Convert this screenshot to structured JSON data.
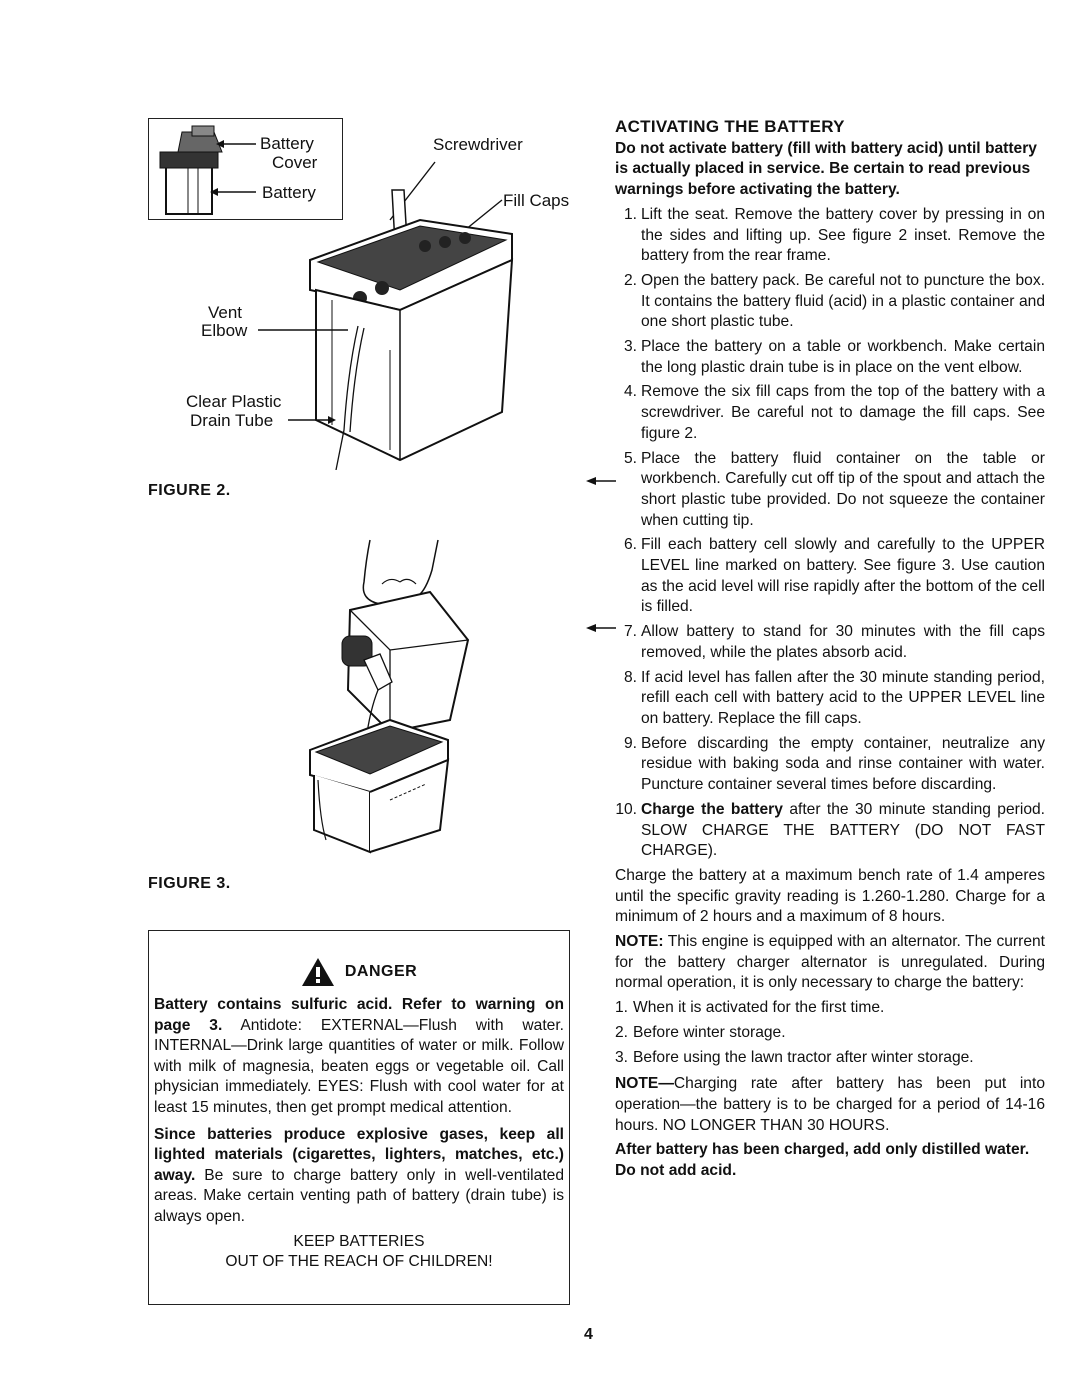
{
  "figure2": {
    "inset_battery_cover": "Battery",
    "inset_battery_cover2": "Cover",
    "inset_battery": "Battery",
    "screwdriver": "Screwdriver",
    "fill_caps": "Fill Caps",
    "vent": "Vent",
    "elbow": "Elbow",
    "clear_plastic": "Clear Plastic",
    "drain_tube": "Drain Tube",
    "caption": "FIGURE 2."
  },
  "figure3": {
    "caption": "FIGURE 3."
  },
  "danger": {
    "title": "DANGER",
    "p1_bold": "Battery contains sulfuric acid. Refer to warning on page 3.",
    "p1_rest": " Antidote: EXTERNAL—Flush with water. INTERNAL—Drink large quantities of water or milk. Follow with milk of magnesia, beaten eggs or vegetable oil. Call physician immediately. EYES: Flush with cool water for at least 15 minutes, then get prompt medical attention.",
    "p2_bold": "Since batteries produce explosive gases, keep all lighted materials (cigarettes, lighters, matches, etc.) away.",
    "p2_rest": " Be sure to charge battery only in well-ventilated areas. Make certain venting path of battery (drain tube) is always open.",
    "keep1": "KEEP BATTERIES",
    "keep2": "OUT OF THE REACH OF CHILDREN!"
  },
  "right": {
    "heading": "ACTIVATING THE BATTERY",
    "warning": "Do not activate battery (fill with battery acid) until battery is actually placed in service. Be certain to read previous warnings before activating the battery.",
    "steps": [
      {
        "num": "1.",
        "text": "Lift the seat. Remove the battery cover by pressing in on the sides and lifting up. See figure 2 inset. Remove the battery from the rear frame."
      },
      {
        "num": "2.",
        "text": "Open the battery pack. Be careful not to puncture the box. It contains the battery fluid (acid) in a plastic container and one short plastic tube."
      },
      {
        "num": "3.",
        "text": "Place the battery on a table or workbench. Make certain the long plastic drain tube is in place on the vent elbow."
      },
      {
        "num": "4.",
        "text": "Remove the six fill caps from the top of the battery with a screwdriver. Be careful not to damage the fill caps. See figure 2."
      },
      {
        "num": "5.",
        "text": "Place the battery fluid container on the table or workbench. Carefully cut off tip of the spout and attach the short plastic tube provided. Do not squeeze the container when cutting tip."
      },
      {
        "num": "6.",
        "text": "Fill each battery cell slowly and carefully to the UPPER LEVEL line marked on battery. See figure 3. Use caution as the acid level will rise rapidly after the bottom of the cell is filled."
      },
      {
        "num": "7.",
        "text": "Allow battery to stand for 30 minutes with the fill caps removed, while the plates absorb acid."
      },
      {
        "num": "8.",
        "text": "If acid level has fallen after the 30 minute standing period, refill each cell with battery acid to the UPPER LEVEL line on battery. Replace the fill caps."
      },
      {
        "num": "9.",
        "text": "Before discarding the empty container, neutralize any residue with baking soda and rinse container with water. Puncture container several times before discarding."
      }
    ],
    "step10_num": "10.",
    "step10_bold": "Charge the battery",
    "step10_rest": " after the 30 minute standing period. SLOW CHARGE THE BATTERY (DO NOT FAST CHARGE).",
    "charge_para": "Charge the battery at a maximum bench rate of 1.4 amperes until the specific gravity reading is 1.260-1.280. Charge for a minimum of 2 hours and a maximum of 8 hours.",
    "note_label": "NOTE:",
    "note_text": " This engine is equipped with an alternator. The current for the battery charger alternator is unregulated. During normal operation, it is only necessary to charge the battery:",
    "when": [
      {
        "num": "1.",
        "text": "When it is activated for the first time."
      },
      {
        "num": "2.",
        "text": "Before winter storage."
      },
      {
        "num": "3.",
        "text": "Before using the lawn tractor after winter storage."
      }
    ],
    "note2_label": "NOTE—",
    "note2_text": "Charging rate after battery has been put into operation—the battery is to be charged for a period of 14-16 hours. NO LONGER THAN 30 HOURS.",
    "final": "After battery has been charged, add only distilled water. Do not add acid."
  },
  "page_number": "4"
}
